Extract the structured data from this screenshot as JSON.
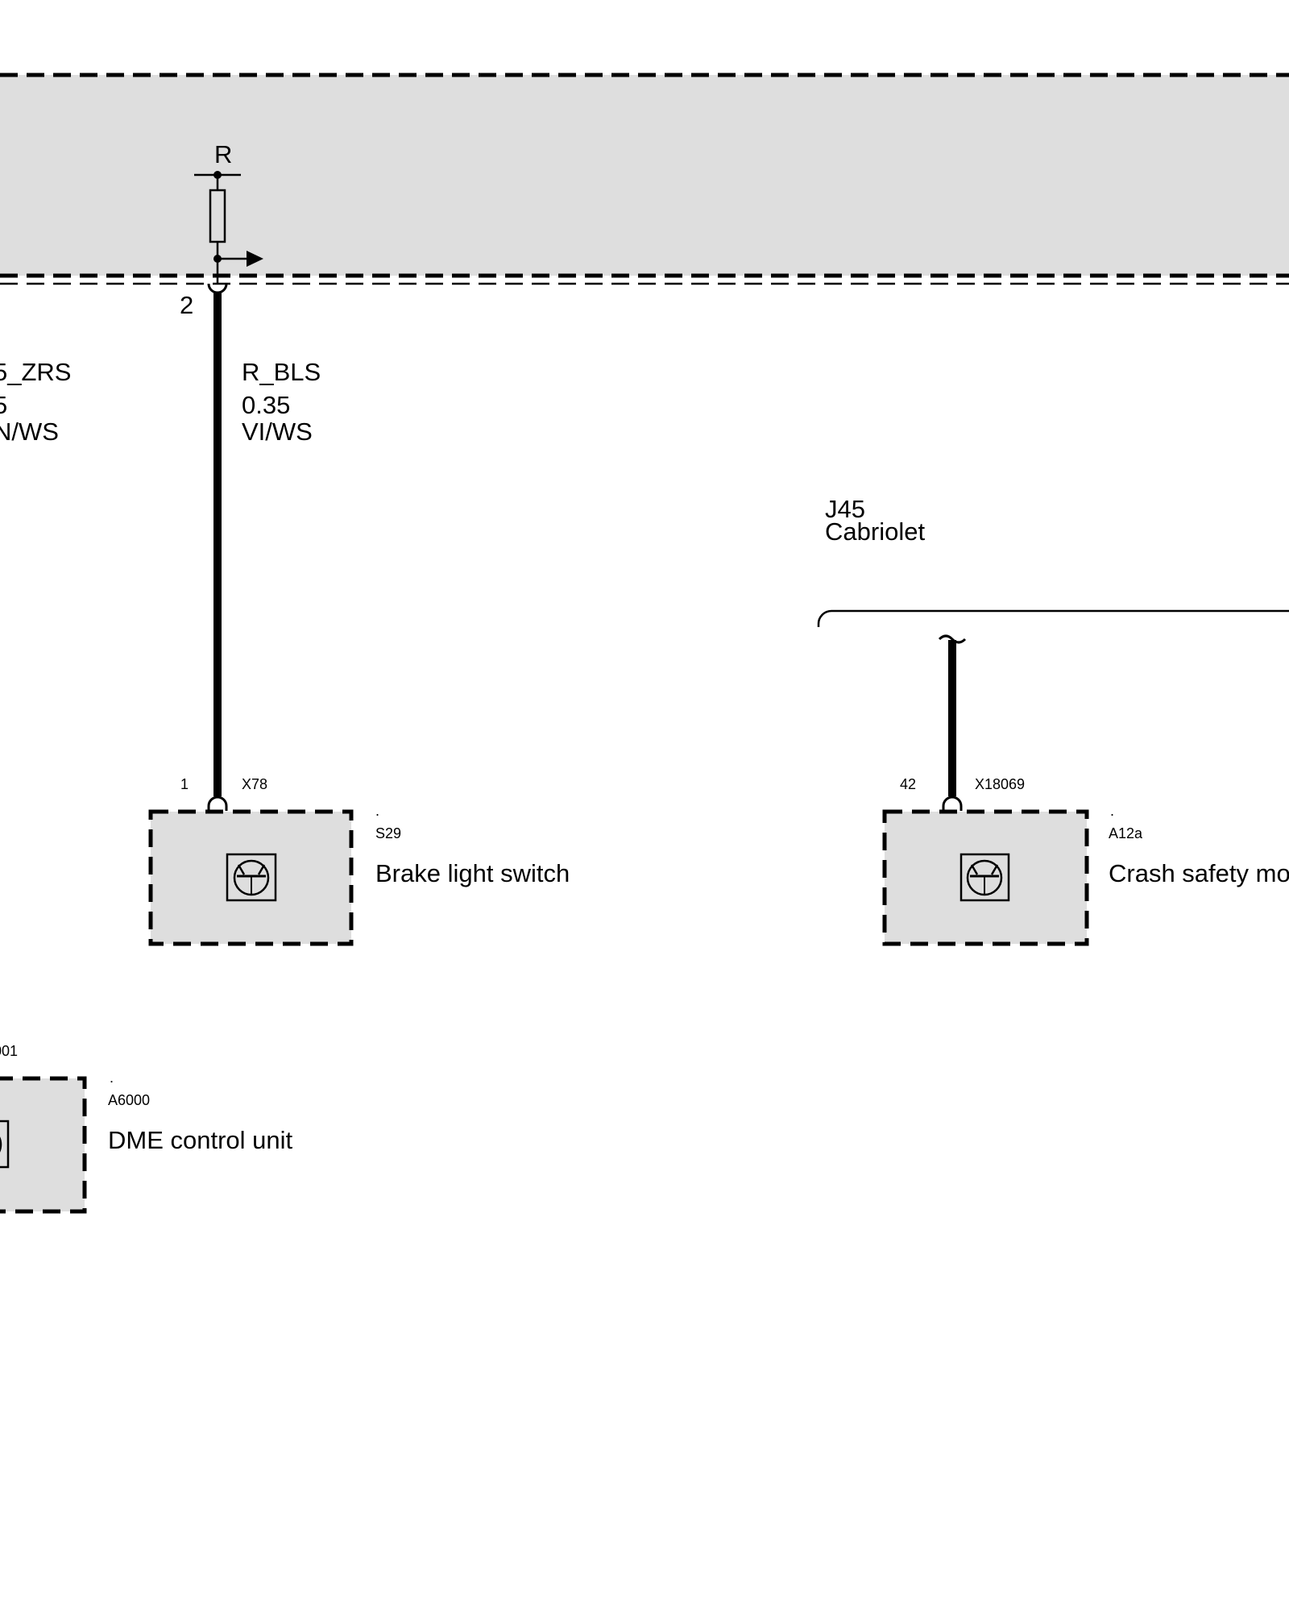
{
  "colors": {
    "module_fill": "#dedede",
    "line": "#000000"
  },
  "top_module": {
    "resistor_label": "R",
    "pin": "2"
  },
  "wires": [
    {
      "name": "R_BLS",
      "gauge": "0.35",
      "color": "VI/WS"
    },
    {
      "name_partial": "5_ZRS",
      "gauge_partial": "5",
      "color_partial": "N/WS"
    }
  ],
  "variant": {
    "code": "J45",
    "label": "Cabriolet"
  },
  "components": [
    {
      "pin": "1",
      "connector": "X78",
      "dot": ".",
      "id": "S29",
      "name": "Brake light switch",
      "icon": "transistor-icon"
    },
    {
      "pin": "42",
      "connector": "X18069",
      "dot": ".",
      "id": "A12a",
      "name": "Crash safety mo",
      "icon": "transistor-icon"
    },
    {
      "connector_partial": "001",
      "dot": ".",
      "id": "A6000",
      "name": "DME control unit",
      "icon": "transistor-icon"
    }
  ]
}
